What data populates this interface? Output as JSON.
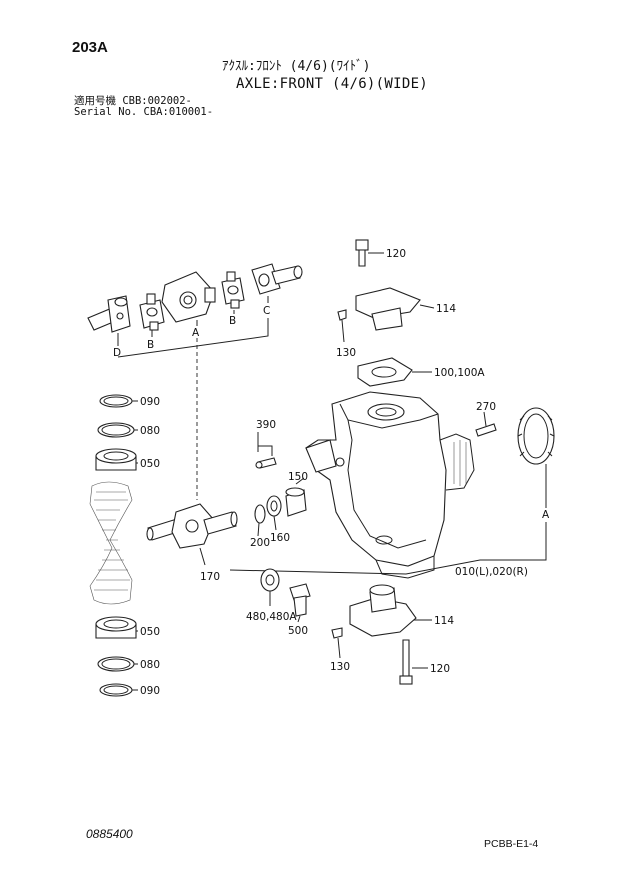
{
  "header": {
    "page_code": "203A",
    "title_jp": "ｱｸｽﾙ:ﾌﾛﾝﾄ (4/6)(ﾜｲﾄﾞ)",
    "title_en": "AXLE:FRONT (4/6)(WIDE)",
    "serial_line_1": "適用号機 CBB:002002-",
    "serial_line_2": "Serial No. CBA:010001-"
  },
  "footer": {
    "drawing_no": "0885400",
    "sheet_code": "PCBB-E1-4"
  },
  "labels": {
    "p120_top": "120",
    "p114_top": "114",
    "p130_top": "130",
    "p100": "100,100A",
    "p270": "270",
    "p390": "390",
    "p150": "150",
    "p200": "200",
    "p160": "160",
    "p170": "170",
    "p480": "480,480A",
    "p500": "500",
    "p010": "010(L),020(R)",
    "p114_bot": "114",
    "p130_bot": "130",
    "p120_bot": "120",
    "p090_top": "090",
    "p080_top": "080",
    "p050_top": "050",
    "p050_bot": "050",
    "p080_bot": "080",
    "p090_bot": "090",
    "ref_d": "D",
    "ref_b1": "B",
    "ref_a1": "A",
    "ref_b2": "B",
    "ref_c": "C",
    "ref_a2": "A"
  }
}
